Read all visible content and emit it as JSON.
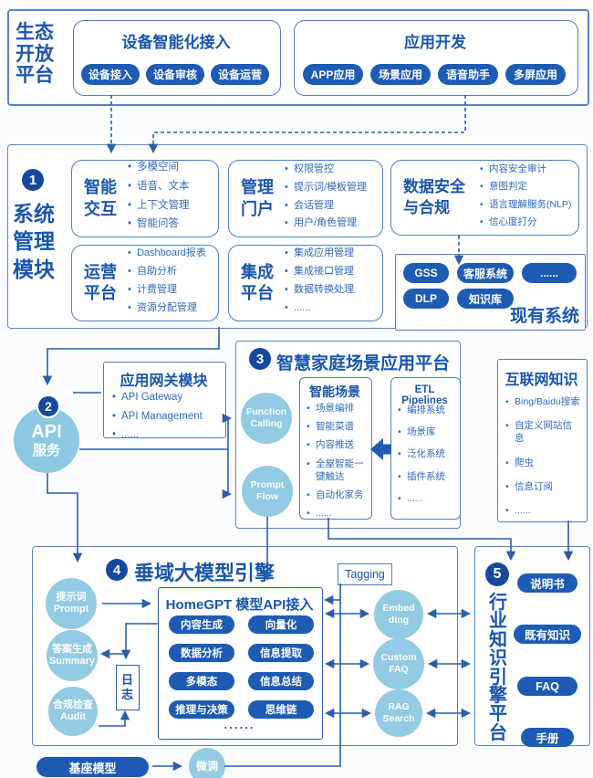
{
  "colors": {
    "pill_blue": "#1d5bb4",
    "badge_navy": "#16499d",
    "light_circle": "#92cbe3",
    "title_blue": "#1a56ac",
    "bullet_blue": "#2e6abc",
    "line_navy": "#2b5da8"
  },
  "eco": {
    "title": "生态开放平台",
    "device": {
      "title": "设备智能化接入",
      "pills": [
        "设备接入",
        "设备审核",
        "设备运营"
      ]
    },
    "app": {
      "title": "应用开发",
      "pills": [
        "APP应用",
        "场景应用",
        "语音助手",
        "多屏应用"
      ]
    }
  },
  "s1": {
    "num": "1",
    "title": "系统管理模块",
    "interaction": {
      "label": "智能交互",
      "items": [
        "多模空间",
        "语音、文本",
        "上下文管理",
        "智能问答"
      ]
    },
    "portal": {
      "label": "管理门户",
      "items": [
        "权限管控",
        "提示词/模板管理",
        "会话管理",
        "用户/角色管理"
      ]
    },
    "security": {
      "label": "数据安全与合规",
      "items": [
        "内容安全审计",
        "意图判定",
        "语言理解服务(NLP)",
        "信心度打分"
      ]
    },
    "ops": {
      "label": "运营平台",
      "items": [
        "Dashboard报表",
        "自助分析",
        "计费管理",
        "资源分配管理"
      ]
    },
    "integration": {
      "label": "集成平台",
      "items": [
        "集成应用管理",
        "集成接口管理",
        "数据转换处理",
        "......"
      ]
    },
    "existing": {
      "label": "现有系统",
      "row1": [
        "GSS",
        "客服系统",
        "......"
      ],
      "row2": [
        "DLP",
        "知识库"
      ]
    }
  },
  "api": {
    "num": "2",
    "line1": "API",
    "line2": "服务"
  },
  "gateway": {
    "title": "应用网关模块",
    "items": [
      "API Gateway",
      "API Management",
      "......"
    ]
  },
  "s3": {
    "num": "3",
    "title": "智慧家庭场景应用平台",
    "circle1": [
      "Function",
      "Calling"
    ],
    "circle2": [
      "Prompt",
      "Flow"
    ],
    "scene": {
      "title": "智能场景",
      "items": [
        "场景编排",
        "智能菜谱",
        "内容推送",
        "全屋智能一键触达",
        "自动化家务",
        "......"
      ]
    },
    "etl": {
      "title": "ETL Pipelines",
      "items": [
        "编排系统",
        "场景库",
        "泛化系统",
        "插件系统",
        "......"
      ]
    }
  },
  "internet": {
    "title": "互联网知识",
    "items": [
      "Bing/Baidu搜索",
      "自定义网站信息",
      "爬虫",
      "信息订阅",
      "......"
    ]
  },
  "s4": {
    "num": "4",
    "title": "垂域大模型引擎",
    "tagging": "Tagging",
    "prompt": [
      "提示词",
      "Prompt"
    ],
    "summary": [
      "答案生成",
      "Summary"
    ],
    "audit": [
      "合规检查",
      "Audit"
    ],
    "log": "日志",
    "homegpt": {
      "title": "HomeGPT 模型API接入",
      "pills": [
        "内容生成",
        "向量化",
        "数据分析",
        "信息提取",
        "多模态",
        "信息总结",
        "推理与决策",
        "思维链"
      ],
      "more": "......"
    },
    "embedding": [
      "Embed",
      "ding"
    ],
    "customfaq": [
      "Custom",
      "FAQ"
    ],
    "rag": [
      "RAG",
      "Search"
    ],
    "base_model": "基座模型",
    "finetune": "微调"
  },
  "s5": {
    "num": "5",
    "title": "行业知识引擎平台",
    "pills": [
      "说明书",
      "既有知识",
      "FAQ",
      "手册"
    ]
  }
}
